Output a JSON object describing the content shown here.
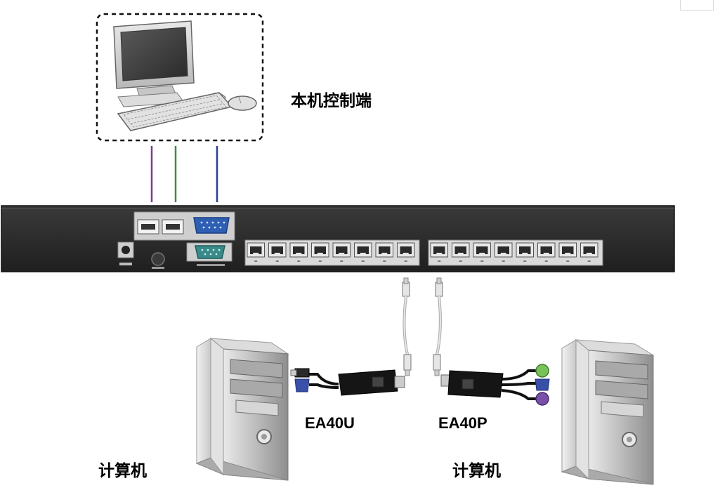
{
  "labels": {
    "local_console": "本机控制端",
    "adapter_usb": "EA40U",
    "adapter_ps2": "EA40P",
    "computer_left": "计算机",
    "computer_right": "计算机"
  },
  "colors": {
    "cable_usb_1": "#7a3e8c",
    "cable_usb_2": "#3f8a3f",
    "cable_vga": "#2a3f9a",
    "switch_body": "#2b2b2b",
    "port_panel": "#d9d9d9",
    "vga_blue": "#2f5fb3",
    "serial_teal": "#3a8a8a",
    "ps2_green": "#79c25a",
    "ps2_purple": "#7a4fa8",
    "tower_grey": "#cfcfcf"
  }
}
